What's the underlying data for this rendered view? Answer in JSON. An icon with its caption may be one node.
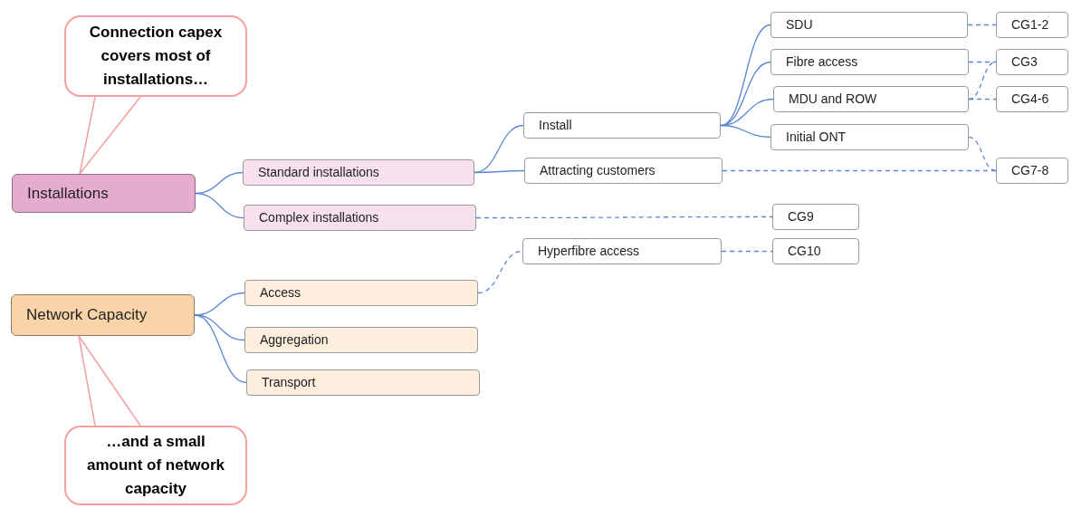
{
  "diagram": {
    "nodes": [
      {
        "text": [
          "Connection capex covers most of installations…"
        ]
      },
      {
        "text": [
          "Installations"
        ]
      },
      {
        "text": [
          "Standard installations"
        ]
      },
      {
        "text": [
          "Complex installations"
        ]
      },
      {
        "text": [
          "Install"
        ]
      },
      {
        "text": [
          "Attracting customers"
        ]
      },
      {
        "text": [
          "SDU"
        ]
      },
      {
        "text": [
          "Fibre access"
        ]
      },
      {
        "text": [
          "MDU and ROW"
        ]
      },
      {
        "text": [
          "Initial ONT"
        ]
      },
      {
        "text": [
          "CG1-2"
        ]
      },
      {
        "text": [
          "CG3"
        ]
      },
      {
        "text": [
          "CG4-6"
        ]
      },
      {
        "text": [
          "CG7-8"
        ]
      },
      {
        "text": [
          "CG9"
        ]
      },
      {
        "text": [
          "Network Capacity"
        ]
      },
      {
        "text": [
          "Access"
        ]
      },
      {
        "text": [
          "Aggregation"
        ]
      },
      {
        "text": [
          "Transport"
        ]
      },
      {
        "text": [
          "Hyperfibre access"
        ]
      },
      {
        "text": [
          "CG10"
        ]
      },
      {
        "text": [
          "…and a small amount of network capacity"
        ]
      }
    ],
    "edges": [
      {
        "from": 0,
        "to": 1,
        "arrow": "none",
        "color": "#f4a0a0"
      },
      {
        "from": 1,
        "to": 2,
        "arrow": "none"
      },
      {
        "from": 1,
        "to": 3,
        "arrow": "none"
      },
      {
        "from": 2,
        "to": 4,
        "arrow": "none"
      },
      {
        "from": 2,
        "to": 5,
        "arrow": "none"
      },
      {
        "from": 4,
        "to": 6,
        "arrow": "none"
      },
      {
        "from": 4,
        "to": 7,
        "arrow": "none"
      },
      {
        "from": 4,
        "to": 8,
        "arrow": "none"
      },
      {
        "from": 4,
        "to": 9,
        "arrow": "none"
      },
      {
        "from": 6,
        "to": 10,
        "arrow": "none",
        "style": "dashed"
      },
      {
        "from": 7,
        "to": 11,
        "arrow": "none",
        "style": "dashed"
      },
      {
        "from": 8,
        "to": 12,
        "arrow": "none",
        "style": "dashed"
      },
      {
        "from": 8,
        "to": 11,
        "arrow": "none",
        "style": "dashed"
      },
      {
        "from": 9,
        "to": 13,
        "arrow": "none",
        "style": "dashed"
      },
      {
        "from": 5,
        "to": 13,
        "arrow": "none",
        "style": "dashed"
      },
      {
        "from": 3,
        "to": 14,
        "arrow": "none",
        "style": "dashed"
      },
      {
        "from": 19,
        "to": 20,
        "arrow": "none",
        "style": "dashed"
      },
      {
        "from": 15,
        "to": 16,
        "arrow": "none"
      },
      {
        "from": 15,
        "to": 17,
        "arrow": "none"
      },
      {
        "from": 15,
        "to": 18,
        "arrow": "none"
      },
      {
        "from": 16,
        "to": 19,
        "arrow": "none",
        "style": "dashed"
      },
      {
        "from": 21,
        "to": 15,
        "arrow": "none",
        "color": "#f4a0a0"
      }
    ]
  }
}
